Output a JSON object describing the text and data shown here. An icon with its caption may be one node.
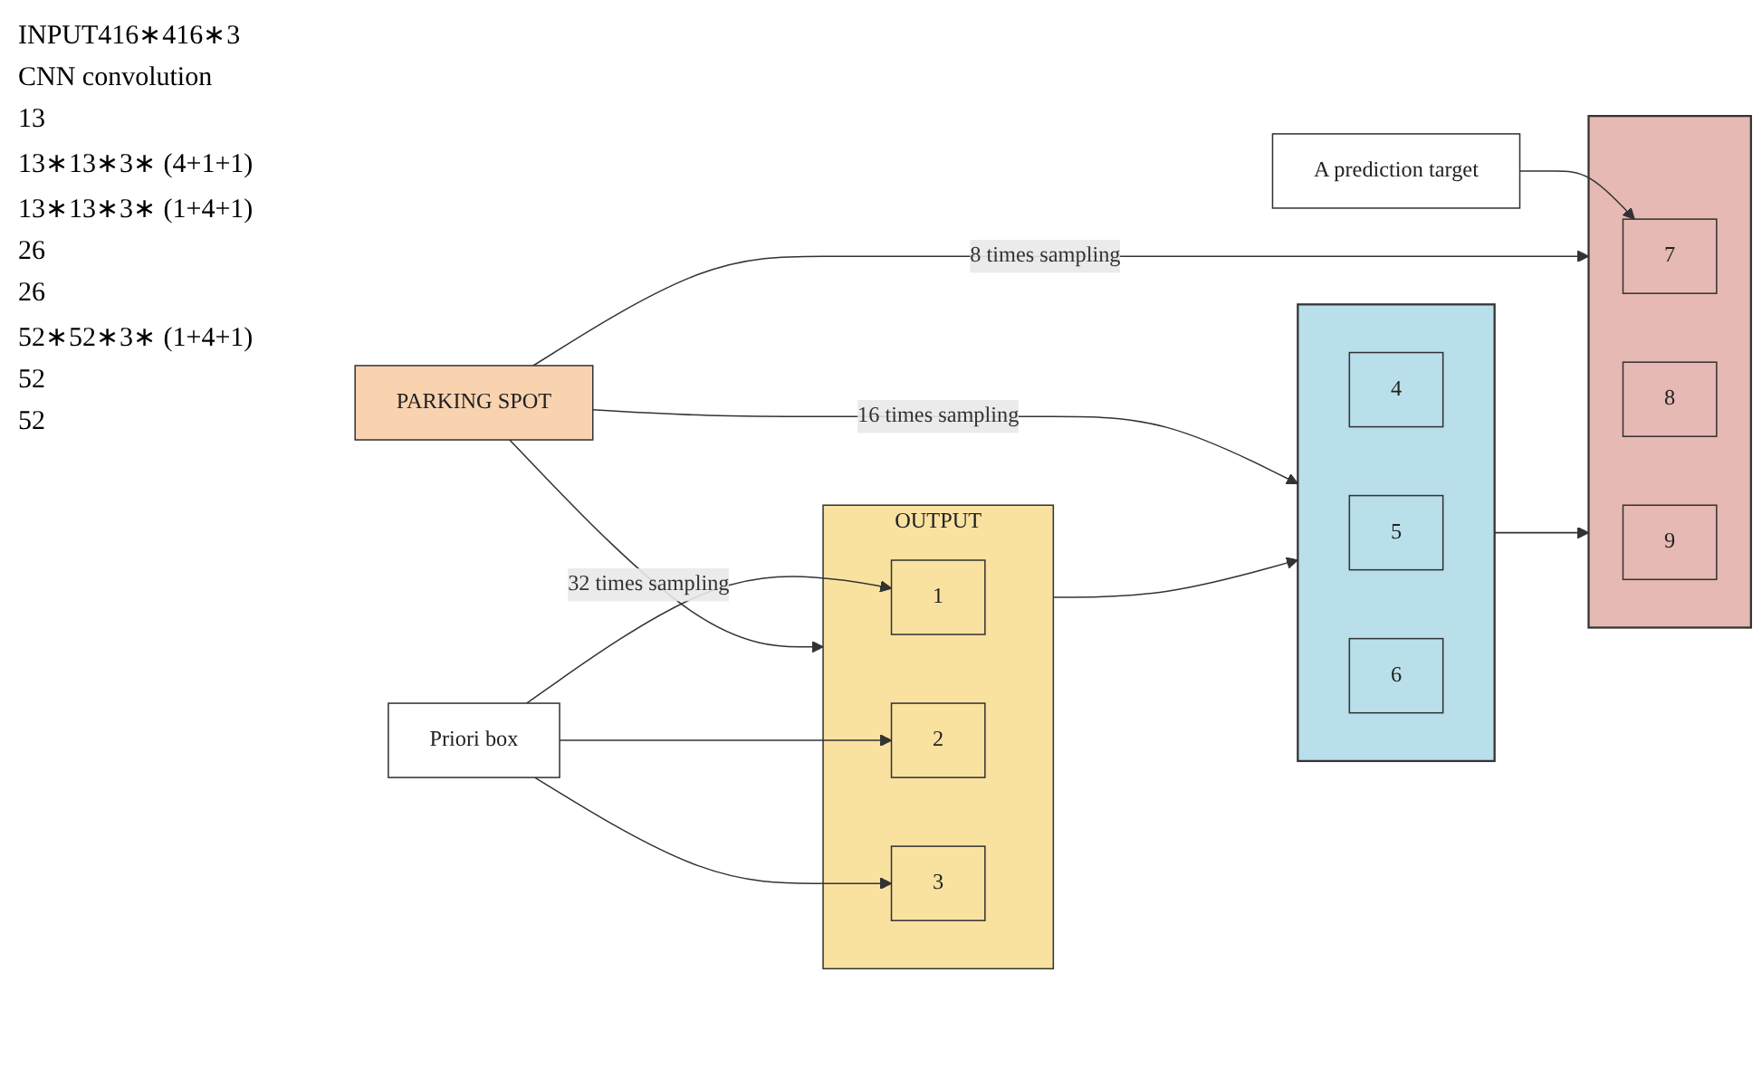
{
  "diagram": {
    "nodes": [
      {
        "text": [
          "PARKING SPOT"
        ]
      },
      {
        "text": [
          "OUTPUT"
        ]
      },
      {
        "text": [
          "1"
        ],
        "in": 1
      },
      {
        "text": [
          "2"
        ],
        "in": 1
      },
      {
        "text": [
          "3"
        ],
        "in": 1
      },
      {
        "text": [],
        "shape": "box"
      },
      {
        "text": [
          "4"
        ],
        "in": 5
      },
      {
        "text": [
          "5"
        ],
        "in": 5
      },
      {
        "text": [
          "6"
        ],
        "in": 5
      },
      {
        "text": [],
        "shape": "box"
      },
      {
        "text": [
          "7"
        ],
        "in": 9
      },
      {
        "text": [
          "8"
        ],
        "in": 9
      },
      {
        "text": [
          "9"
        ],
        "in": 9
      },
      {
        "text": [
          "Priori box"
        ]
      },
      {
        "text": [
          "A prediction target"
        ]
      }
    ],
    "edges": [
      {
        "from": 0,
        "to": 1,
        "arrow": "to",
        "label": "32 times sampling"
      },
      {
        "from": 0,
        "to": 5,
        "arrow": "to",
        "label": "16 times sampling"
      },
      {
        "from": 0,
        "to": 9,
        "arrow": "to",
        "label": "8 times sampling"
      },
      {
        "from": 1,
        "to": 5,
        "arrow": "to"
      },
      {
        "from": 5,
        "to": 9,
        "arrow": "to"
      },
      {
        "from": 13,
        "to": 4,
        "arrow": "to"
      },
      {
        "from": 13,
        "to": 3,
        "arrow": "to"
      },
      {
        "from": 13,
        "to": 2,
        "arrow": "to"
      },
      {
        "from": 14,
        "to": 10,
        "arrow": "to"
      }
    ],
    "labels": [
      "INPUT416∗416∗3",
      "CNN convolution",
      "13",
      "13∗13∗3∗ (4+1+1)",
      "13∗13∗3∗ (1+4+1)",
      "26",
      "26",
      "52∗52∗3∗ (1+4+1)",
      "52",
      "52"
    ]
  }
}
